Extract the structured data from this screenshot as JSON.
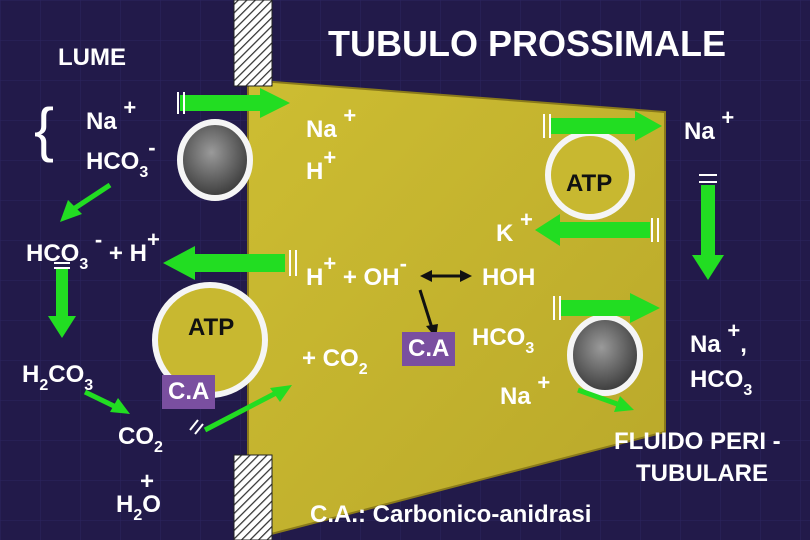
{
  "title": "TUBULO PROSSIMALE",
  "lume": "LUME",
  "brace": "{",
  "plus": "+",
  "minus": "-",
  "two": "2",
  "three": "3",
  "comma": ",",
  "na": "Na",
  "hco": "HCO",
  "h": "H",
  "k": "K",
  "oh": "+ OH",
  "hoh": "HOH",
  "atp": "ATP",
  "ca": "C.A",
  "plus_h": "+ H",
  "h2co3_h": "H",
  "h2co3_co": "CO",
  "co": "CO",
  "plus_co": "+ CO",
  "o": "O",
  "fluido_line1": "FLUIDO PERI -",
  "fluido_line2": "TUBULARE",
  "legend": "C.A.: Carbonico-anidrasi",
  "colors": {
    "background": "#221a4a",
    "cell": "#c8b830",
    "arrow": "#22dd22",
    "text": "#ffffff"
  }
}
